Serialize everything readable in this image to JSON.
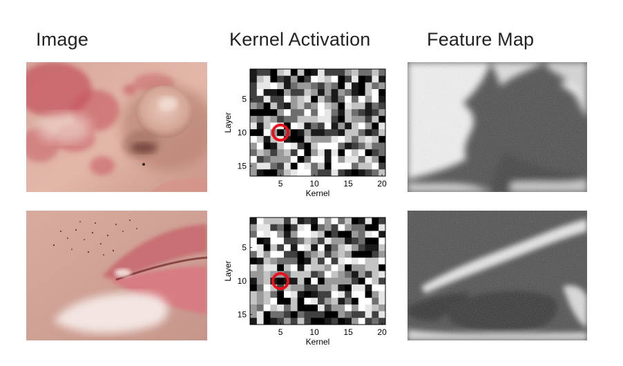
{
  "headers": {
    "image": "Image",
    "kernel": "Kernel Activation",
    "feature": "Feature Map"
  },
  "heatmap": {
    "x_label": "Kernel",
    "y_label": "Layer",
    "x_ticks": [
      "5",
      "10",
      "15",
      "20"
    ],
    "y_ticks": [
      "5",
      "10",
      "15"
    ]
  },
  "chart_data": [
    {
      "type": "heatmap",
      "xlabel": "Kernel",
      "ylabel": "Layer",
      "cols": 20,
      "rows": 16,
      "xlim": [
        0.5,
        20.5
      ],
      "ylim": [
        0.5,
        16.5
      ],
      "highlight": {
        "kernel": 5,
        "layer": 10,
        "color": "#e8101a"
      },
      "seed": 11
    },
    {
      "type": "heatmap",
      "xlabel": "Kernel",
      "ylabel": "Layer",
      "cols": 20,
      "rows": 16,
      "xlim": [
        0.5,
        20.5
      ],
      "ylim": [
        0.5,
        16.5
      ],
      "highlight": {
        "kernel": 5,
        "layer": 10,
        "color": "#e8101a"
      },
      "seed": 29
    }
  ]
}
